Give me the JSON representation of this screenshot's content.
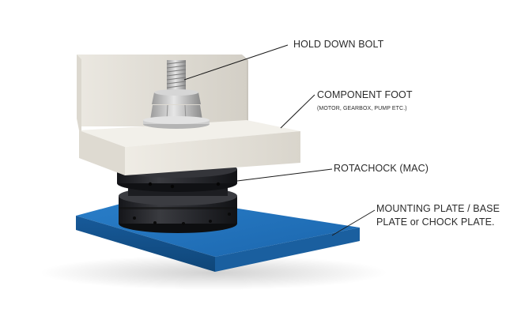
{
  "labels": {
    "hold_down_bolt": "HOLD DOWN BOLT",
    "component_foot": "COMPONENT FOOT",
    "component_foot_note": "(MOTOR, GEARBOX, PUMP ETC.)",
    "rotachock": "ROTACHOCK (MAC)",
    "mounting_plate_line1": "MOUNTING PLATE / BASE",
    "mounting_plate_line2": "PLATE or CHOCK PLATE."
  },
  "colors": {
    "plate_blue": "#1e6fb8",
    "foot_grey": "#e7e4dc",
    "chock_black": "#26272b",
    "bolt_silver": "#c9c9c9"
  }
}
